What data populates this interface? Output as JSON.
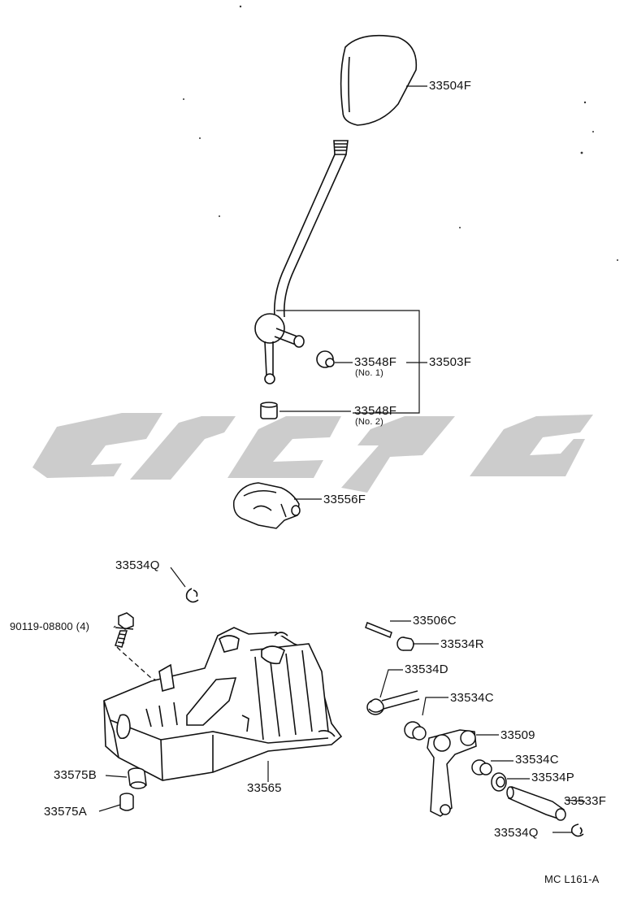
{
  "watermark": {
    "color": "#c8c8c8",
    "name": "site-watermark-logo"
  },
  "parts": {
    "knob": "33504F",
    "lever_assy": "33503F",
    "bushing_no1": "33548F",
    "bushing_no1_note": "(No. 1)",
    "bushing_no2": "33548F",
    "bushing_no2_note": "(No. 2)",
    "lever_seat": "33556F",
    "clip_top": "33534Q",
    "bolt": "90119-08800 (4)",
    "pin": "33506C",
    "cushion_r": "33534R",
    "spring": "33534D",
    "bush_c_upper": "33534C",
    "select_lever": "33509",
    "bush_c_lower": "33534C",
    "washer_p": "33534P",
    "pin_f": "33533F",
    "clip_bottom": "33534Q",
    "grommet_b": "33575B",
    "grommet_a": "33575A",
    "housing": "33565"
  },
  "drawing_code": "MC L161-A"
}
